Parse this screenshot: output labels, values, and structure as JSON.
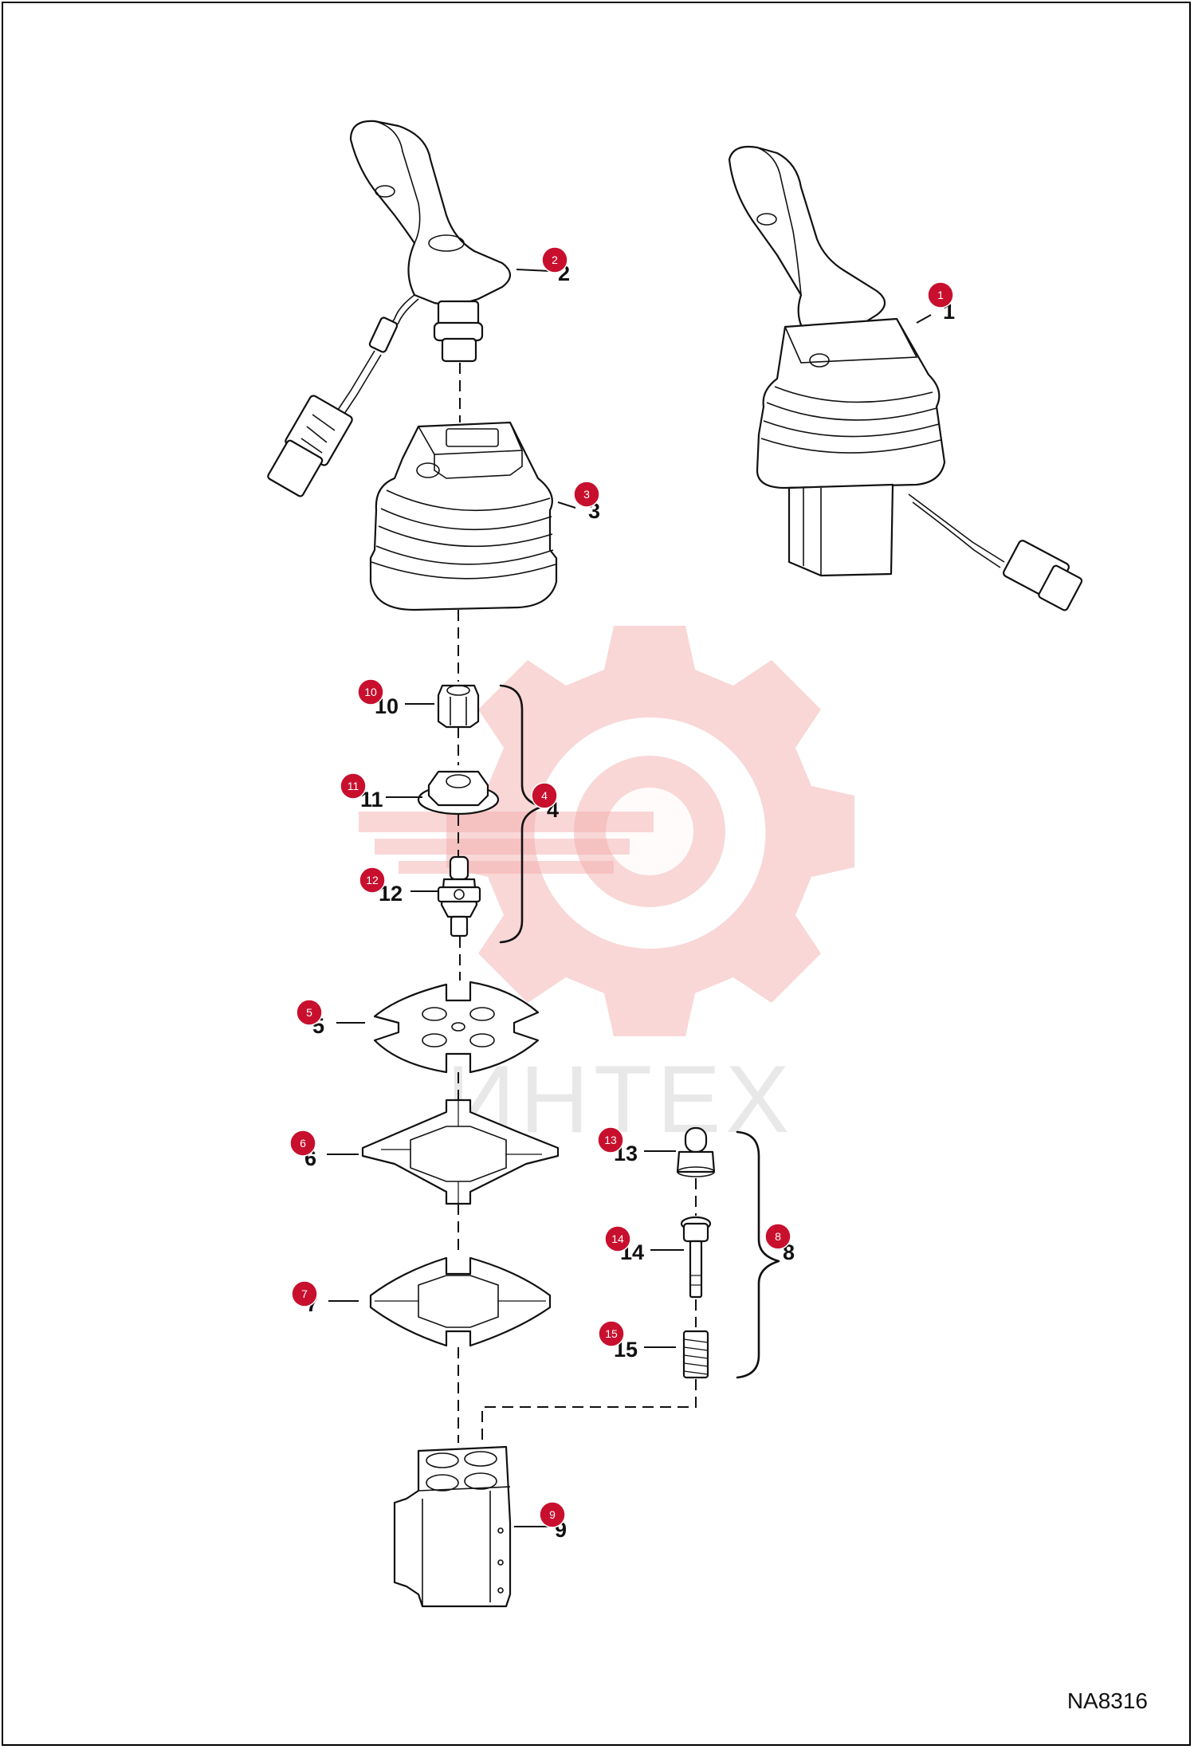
{
  "watermark_text": "ИНТЕХ",
  "figure_ref": "NA8316",
  "callouts": [
    {
      "id": "1",
      "label": "1"
    },
    {
      "id": "2",
      "label": "2"
    },
    {
      "id": "3",
      "label": "3"
    },
    {
      "id": "4",
      "label": "4"
    },
    {
      "id": "5",
      "label": "5"
    },
    {
      "id": "6",
      "label": "6"
    },
    {
      "id": "7",
      "label": "7"
    },
    {
      "id": "8",
      "label": "8"
    },
    {
      "id": "9",
      "label": "9"
    },
    {
      "id": "10",
      "label": "10"
    },
    {
      "id": "11",
      "label": "11"
    },
    {
      "id": "12",
      "label": "12"
    },
    {
      "id": "13",
      "label": "13"
    },
    {
      "id": "14",
      "label": "14"
    },
    {
      "id": "15",
      "label": "15"
    }
  ],
  "colors": {
    "badge": "#c8102e",
    "watermark": "#f1a7a7",
    "line": "#111111"
  }
}
